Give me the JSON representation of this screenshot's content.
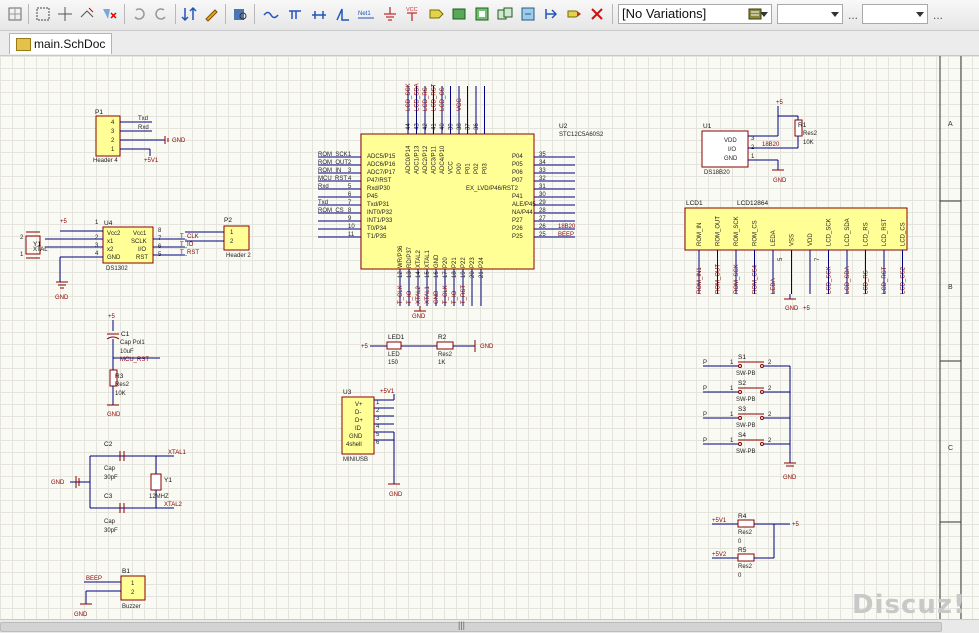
{
  "toolbar": {
    "variations_combo": "[No Variations]",
    "combo2": "",
    "combo3": "",
    "dots": "..."
  },
  "tabs": [
    {
      "label": "main.SchDoc"
    }
  ],
  "sheet_zones": [
    "A",
    "B",
    "C"
  ],
  "scroll_grip": "|||",
  "watermark": "Discuz!",
  "schematic": {
    "p1": {
      "ref": "P1",
      "name": "Header 4",
      "pins": [
        "4",
        "3",
        "2",
        "1"
      ],
      "net_left": "Txd",
      "net_left2": "Rxd",
      "gnd": "GND",
      "vcc": "+5V1"
    },
    "ds1302": {
      "ref": "U4",
      "name": "DS1302",
      "pins_left": [
        "Vcc2",
        "x1",
        "x2",
        "GND"
      ],
      "pins_right": [
        "Vcc1",
        "SCLK",
        "I/O",
        "RST"
      ],
      "pinnums_l": [
        "1",
        "2",
        "3",
        "4"
      ],
      "pinnums_r": [
        "8",
        "7",
        "6",
        "5"
      ],
      "nets": [
        "T_CLK",
        "T_IO",
        "T_RST"
      ],
      "xtal": "XTAL",
      "y": "Y1",
      "vcc": "+5",
      "gnd": "GND",
      "two": "2",
      "one": "1"
    },
    "p2": {
      "ref": "P2",
      "name": "Header 2",
      "pins": [
        "1",
        "2"
      ]
    },
    "mcu": {
      "ref": "U2",
      "name": "STC12C5A60S2",
      "left_pins": [
        "ADC5/P15",
        "ADC6/P16",
        "ADC7/P17",
        "P47/RST",
        "Rxd/P30",
        "P45",
        "Txd/P31",
        "INT0/P32",
        "INT1/P33",
        "T0/P34",
        "T1/P35"
      ],
      "left_nums": [
        "1",
        "2",
        "3",
        "4",
        "5",
        "6",
        "7",
        "8",
        "9",
        "10",
        "11"
      ],
      "left_nets": [
        "ROM_SCK",
        "ROM_OUT",
        "ROM_IN",
        "MCU_RST",
        "Rxd",
        "",
        "Txd",
        "ROM_CS",
        "",
        "",
        ""
      ],
      "right_pins": [
        "P04",
        "P05",
        "P06",
        "P07",
        "EX_LVD/P46/RST2",
        "P41",
        "ALE/P45",
        "NA/P44",
        "P27",
        "P26",
        "P25"
      ],
      "right_nums": [
        "35",
        "34",
        "33",
        "32",
        "31",
        "30",
        "29",
        "28",
        "27",
        "26",
        "25"
      ],
      "right_nets": [
        "",
        "",
        "",
        "",
        "",
        "",
        "",
        "",
        "",
        "18B20",
        "BEEP"
      ],
      "top_pins": [
        "ADC0/P14",
        "ADC1/P13",
        "ADC2/P12",
        "ADC3/P11",
        "ADC4/P10",
        "VCC",
        "P00",
        "P01",
        "P02",
        "P03"
      ],
      "top_nums": [
        "44",
        "43",
        "42",
        "41",
        "40",
        "39",
        "38",
        "37",
        "36",
        ""
      ],
      "top_nets": [
        "LCD_SCK",
        "LCD_SDA",
        "LCD_RS",
        "LCD_RST",
        "LCD_CS",
        "",
        "VCC"
      ],
      "bottom_pins": [
        "WR/P36",
        "RD/P37",
        "XTAL2",
        "XTAL1",
        "GND",
        "P20",
        "P21",
        "P22",
        "P23",
        "P24"
      ],
      "bottom_nums": [
        "12",
        "13",
        "14",
        "15",
        "16",
        "17",
        "18",
        "19",
        "20",
        "21",
        "22"
      ],
      "bottom_nets": [
        "T_CLK",
        "T_IO",
        "XTAL2",
        "XTAL1",
        "GND",
        "T_CLK",
        "T_IO",
        "T_RST"
      ],
      "gnd": "GND"
    },
    "ds18b20": {
      "ref": "U1",
      "name": "DS18B20",
      "pins": [
        "VDD",
        "I/O",
        "GND"
      ],
      "pinnums": [
        "3",
        "2",
        "1"
      ],
      "net": "18B20",
      "r_ref": "R1",
      "r_name": "Res2",
      "r_val": "10K",
      "vcc": "+5",
      "gnd": "GND"
    },
    "lcd": {
      "ref": "LCD1",
      "name": "LCD12864",
      "pins": [
        "ROM_IN",
        "ROM_OUT",
        "ROM_SCK",
        "ROM_CS",
        "LEDA",
        "VSS",
        "VDD",
        "LCD_SCK",
        "LCD_SDA",
        "LCD_RS",
        "LCD_RST",
        "LCD_CS"
      ],
      "nets": [
        "ROM_IN1",
        "ROM_OUT",
        "ROM_SCK",
        "ROM_CS4",
        "LEDA",
        "",
        "",
        "LCD_SCK",
        "LCD_SDA",
        "LCD_RS",
        "LCD_RST",
        "LCD_CS2"
      ],
      "nums": [
        "",
        "",
        "",
        "",
        "5",
        "",
        "7",
        "",
        "",
        "",
        "",
        ""
      ]
    },
    "c1": {
      "ref": "C1",
      "name": "Cap Pol1",
      "val": "10uF",
      "net": "MCU_RST",
      "vcc": "+5",
      "r_ref": "R3",
      "r_name": "Res2",
      "r_val": "10K",
      "gnd": "GND"
    },
    "led": {
      "ref": "LED1",
      "name": "LED",
      "val": "150",
      "r_ref": "R2",
      "r_name": "Res2",
      "r_val": "1K",
      "vcc": "+5",
      "gnd": "GND"
    },
    "usb": {
      "ref": "U3",
      "name": "MINIUSB",
      "pins": [
        "V+",
        "D-",
        "D+",
        "ID",
        "GND",
        "4shell"
      ],
      "pinnums": [
        "1",
        "2",
        "3",
        "4",
        "5",
        "6"
      ],
      "vcc": "+5V1",
      "gnd": "GND"
    },
    "xtal": {
      "c2_ref": "C2",
      "c2_name": "Cap",
      "c2_val": "30pF",
      "c3_ref": "C3",
      "c3_name": "Cap",
      "c3_val": "30pF",
      "y_ref": "Y1",
      "y_val": "12MHZ",
      "net1": "XTAL1",
      "net2": "XTAL2",
      "gnd": "GND"
    },
    "switches": [
      {
        "ref": "S1",
        "name": "SW-PB",
        "net": "P",
        "n1": "1",
        "n2": "2"
      },
      {
        "ref": "S2",
        "name": "SW-PB",
        "net": "P",
        "n1": "1",
        "n2": "2"
      },
      {
        "ref": "S3",
        "name": "SW-PB",
        "net": "P",
        "n1": "1",
        "n2": "2"
      },
      {
        "ref": "S4",
        "name": "SW-PB",
        "net": "P",
        "n1": "1",
        "n2": "2"
      }
    ],
    "sw_gnd": "GND",
    "r4": {
      "ref": "R4",
      "name": "Res2",
      "val": "0",
      "net": "+5V1",
      "vcc": "+5"
    },
    "r5": {
      "ref": "R5",
      "name": "Res2",
      "val": "0",
      "net": "+5V2"
    },
    "buzzer": {
      "ref": "B1",
      "name": "Buzzer",
      "net": "BEEP",
      "pins": [
        "1",
        "2"
      ],
      "gnd": "GND"
    }
  }
}
